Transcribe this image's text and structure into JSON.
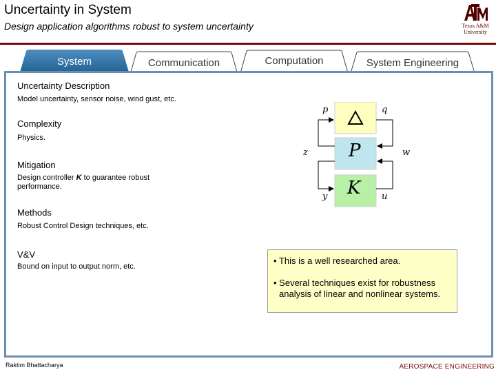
{
  "header": {
    "title": "Uncertainty in System",
    "subtitle": "Design application algorithms robust to system uncertainty"
  },
  "logo": {
    "monogram": "ATM",
    "line1": "Texas A&M",
    "line2": "University"
  },
  "tabs": [
    {
      "label": "System",
      "active": true
    },
    {
      "label": "Communication",
      "active": false
    },
    {
      "label": "Computation",
      "active": false
    },
    {
      "label": "System Engineering",
      "active": false
    }
  ],
  "sections": [
    {
      "heading": "Uncertainty Description",
      "body": "Model uncertainty, sensor noise, wind gust, etc."
    },
    {
      "heading": "Complexity",
      "body": "Physics."
    },
    {
      "heading": "Mitigation",
      "body_pre": "Design controller ",
      "body_bold": "K",
      "body_post": " to guarantee robust performance."
    },
    {
      "heading": "Methods",
      "body": "Robust Control Design techniques, etc."
    },
    {
      "heading": "V&V",
      "body": "Bound on input to output norm, etc."
    }
  ],
  "diagram": {
    "top_block": "△",
    "mid_block": "P",
    "bottom_block": "K",
    "labels": {
      "p": "p",
      "q": "q",
      "z": "z",
      "w": "w",
      "y": "y",
      "u": "u"
    },
    "colors": {
      "top": "#ffffc0",
      "mid": "#bfe6ee",
      "bottom": "#b8f0a8"
    }
  },
  "notes": [
    "This is a well researched area.",
    "Several techniques exist for robustness analysis of linear and nonlinear systems."
  ],
  "footer": {
    "author": "Raktim Bhattacharya",
    "department": "AEROSPACE ENGINEERING"
  },
  "colors": {
    "accent": "#500000",
    "tab_active": "#1d5f8f",
    "panel_border": "#6b8fb0",
    "note_bg": "#ffffc8"
  }
}
